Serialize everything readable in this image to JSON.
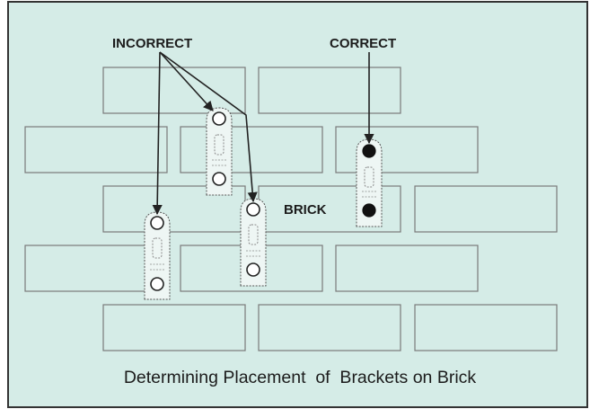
{
  "labels": {
    "incorrect": "INCORRECT",
    "correct": "CORRECT",
    "brick": "BRICK"
  },
  "caption": "Determining Placement  of  Brackets on Brick",
  "colors": {
    "background": "#d5ece7",
    "border": "#333333",
    "brick_stroke": "#777777",
    "arrow": "#222222",
    "bracket_stroke": "#555555"
  }
}
